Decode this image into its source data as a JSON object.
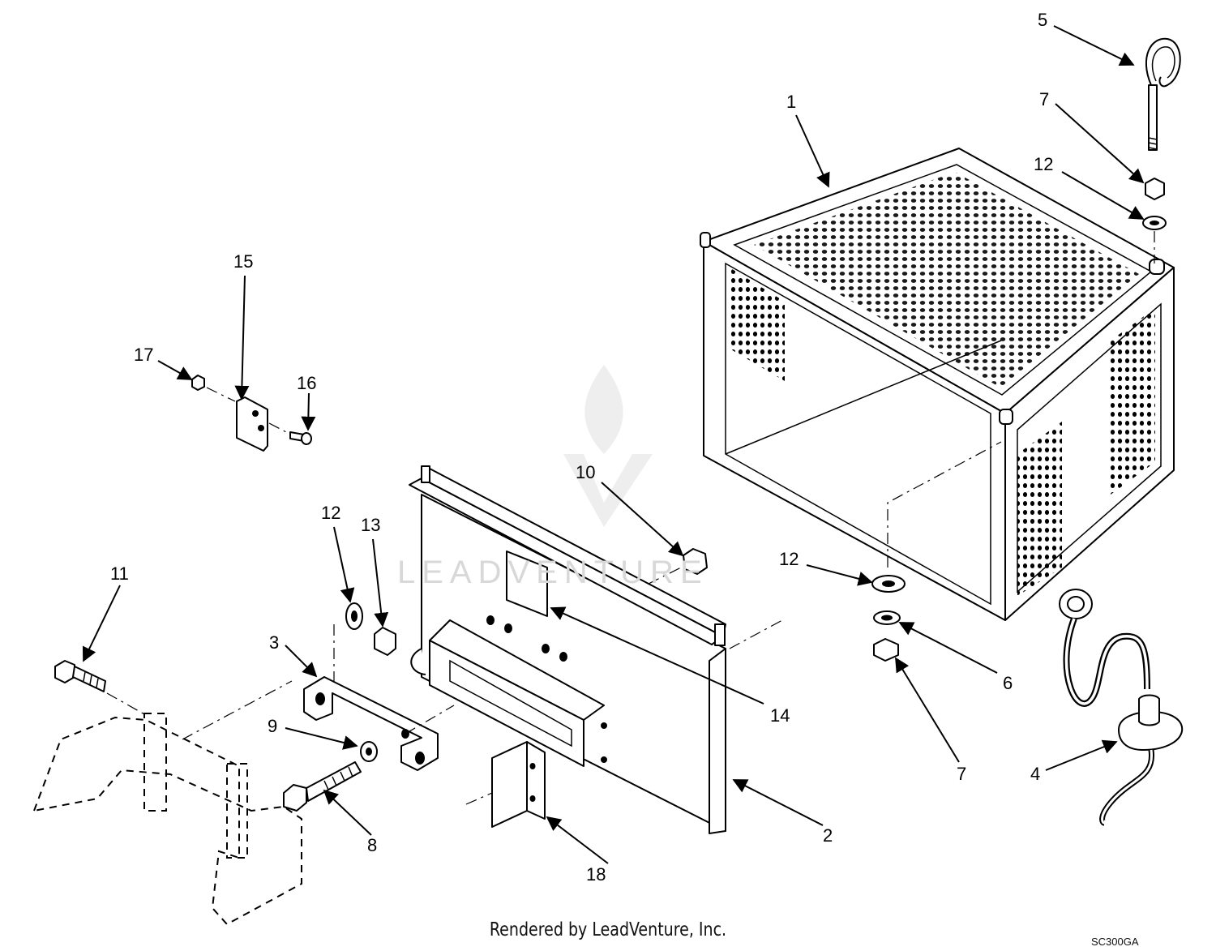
{
  "diagram": {
    "callouts": [
      {
        "id": "c1",
        "label": "1"
      },
      {
        "id": "c2",
        "label": "2"
      },
      {
        "id": "c3",
        "label": "3"
      },
      {
        "id": "c4",
        "label": "4"
      },
      {
        "id": "c5",
        "label": "5"
      },
      {
        "id": "c6",
        "label": "6"
      },
      {
        "id": "c7a",
        "label": "7"
      },
      {
        "id": "c7b",
        "label": "7"
      },
      {
        "id": "c8",
        "label": "8"
      },
      {
        "id": "c9",
        "label": "9"
      },
      {
        "id": "c10",
        "label": "10"
      },
      {
        "id": "c11",
        "label": "11"
      },
      {
        "id": "c12a",
        "label": "12"
      },
      {
        "id": "c12b",
        "label": "12"
      },
      {
        "id": "c12c",
        "label": "12"
      },
      {
        "id": "c13",
        "label": "13"
      },
      {
        "id": "c14",
        "label": "14"
      },
      {
        "id": "c15",
        "label": "15"
      },
      {
        "id": "c16",
        "label": "16"
      },
      {
        "id": "c17",
        "label": "17"
      },
      {
        "id": "c18",
        "label": "18"
      }
    ]
  },
  "footer": {
    "rendered_by": "Rendered by LeadVenture, Inc.",
    "drawing_code": "SC300GA"
  },
  "watermark": {
    "text": "LEADVENTURE"
  }
}
